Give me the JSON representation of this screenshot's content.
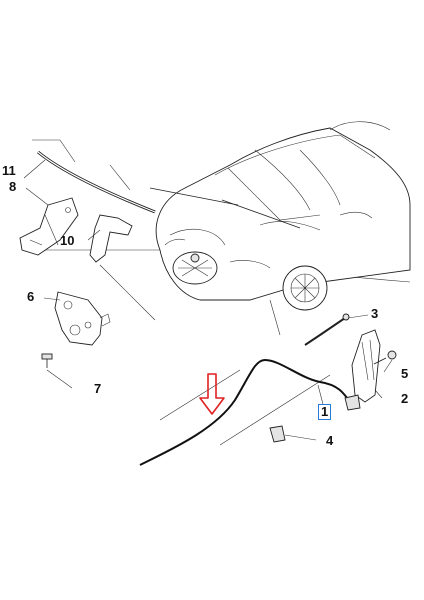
{
  "callouts": {
    "c1": "1",
    "c2": "2",
    "c3": "3",
    "c4": "4",
    "c5": "5",
    "c6": "6",
    "c7": "7",
    "c8": "8",
    "c10": "10",
    "c11": "11"
  },
  "colors": {
    "arrow": "#e02020",
    "highlight_box": "#2a7bd6",
    "line": "#222222"
  },
  "icons": {
    "pointer": "down-arrow-icon"
  }
}
